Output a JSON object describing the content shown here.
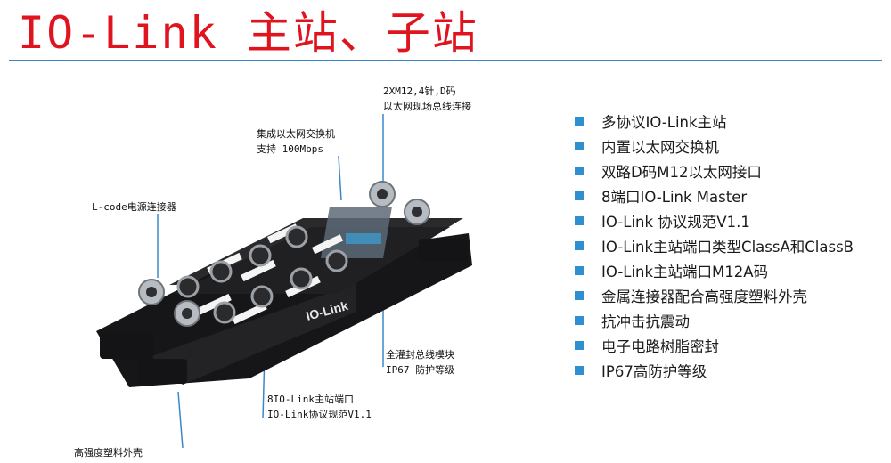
{
  "title": "IO-Link 主站、子站",
  "callouts": {
    "ethernet_connector": [
      "2XM12,4针,D码",
      "以太网现场总线连接"
    ],
    "switch": [
      "集成以太网交换机",
      "支持 100Mbps"
    ],
    "power": [
      "L-code电源连接器"
    ],
    "potting": [
      "全灌封总线模块",
      "IP67 防护等级"
    ],
    "ports": [
      "8IO-Link主站端口",
      "IO-Link协议规范V1.1"
    ],
    "housing": [
      "高强度塑料外壳"
    ]
  },
  "product_label": "IO-Link",
  "features": [
    "多协议IO-Link主站",
    "内置以太网交换机",
    "双路D码M12以太网接口",
    "8端口IO-Link Master",
    "IO-Link 协议规范V1.1",
    "IO-Link主站端口类型ClassA和ClassB",
    "IO-Link主站端口M12A码",
    "金属连接器配合高强度塑料外壳",
    "抗冲击抗震动",
    "电子电路树脂密封",
    "IP67高防护等级"
  ],
  "colors": {
    "title": "#e0141e",
    "accent": "#3a87c8",
    "bullet": "#2f8fd1",
    "device": "#1c1c1e"
  }
}
